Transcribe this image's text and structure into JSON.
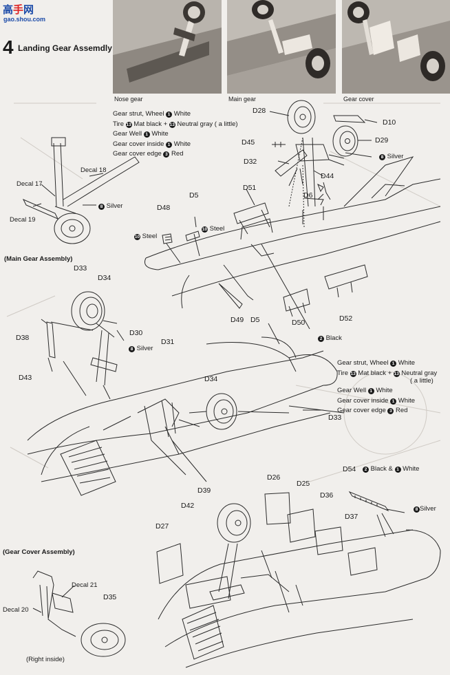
{
  "watermark": {
    "text_cn_1": "高",
    "text_cn_2": "手",
    "text_cn_3": "网",
    "url": "gao.shou.com"
  },
  "step": {
    "number": "4",
    "title": "Landing Gear Assemdly"
  },
  "photos": [
    {
      "caption": "Nose gear"
    },
    {
      "caption": "Main gear"
    },
    {
      "caption": "Gear cover"
    }
  ],
  "paint_notes_1": {
    "line1": {
      "text": "Gear strut, Wheel",
      "n1": "1",
      "t1": "White"
    },
    "line2": {
      "text": "Tire",
      "n1": "13",
      "t1": "Mat black +",
      "n2": "13",
      "t2": "Neutral gray ( a little)"
    },
    "line3": {
      "text": "Gear Well",
      "n1": "1",
      "t1": "White"
    },
    "line4": {
      "text": "Gear cover inside",
      "n1": "1",
      "t1": "White"
    },
    "line5": {
      "text": "Gear cover edge",
      "n1": "3",
      "t1": "Red"
    }
  },
  "paint_notes_2": {
    "line1": {
      "text": "Gear strut, Wheel",
      "n1": "1",
      "t1": "White"
    },
    "line2": {
      "text": "Tire",
      "n1": "13",
      "t1": "Mat black +",
      "n2": "13",
      "t2": "Neutral gray"
    },
    "line2b": "( a little)",
    "line3": {
      "text": "Gear Well",
      "n1": "1",
      "t1": "White"
    },
    "line4": {
      "text": "Gear cover inside",
      "n1": "1",
      "t1": "White"
    },
    "line5": {
      "text": "Gear cover edge",
      "n1": "3",
      "t1": "Red"
    }
  },
  "section_heads": {
    "main_gear": "(Main Gear Assembly)",
    "gear_cover": "(Gear Cover Assembly)",
    "right_inside": "(Right inside)"
  },
  "decals": {
    "d18": "Decal 18",
    "d17": "Decal 17",
    "d19": "Decal 19",
    "d21": "Decal 21",
    "d20": "Decal 20"
  },
  "colors": {
    "silver": {
      "n": "8",
      "t": "Silver"
    },
    "steel": {
      "n": "10",
      "t": "Steel"
    },
    "black": {
      "n": "2",
      "t": "Black"
    },
    "black_white": {
      "n1": "2",
      "t1": "Black &",
      "n2": "1",
      "t2": "White"
    }
  },
  "parts": {
    "D28": "D28",
    "D10": "D10",
    "D45": "D45",
    "D29": "D29",
    "D32": "D32",
    "D44": "D44",
    "D51": "D51",
    "D6": "D6",
    "D5a": "D5",
    "D48": "D48",
    "D33a": "D33",
    "D34a": "D34",
    "D30": "D30",
    "D38": "D38",
    "D43": "D43",
    "D31": "D31",
    "D49": "D49",
    "D5b": "D5",
    "D50": "D50",
    "D52": "D52",
    "D34b": "D34",
    "D33b": "D33",
    "D39": "D39",
    "D42": "D42",
    "D54": "D54",
    "D26": "D26",
    "D25": "D25",
    "D36": "D36",
    "D37": "D37",
    "D27": "D27",
    "D35": "D35"
  }
}
